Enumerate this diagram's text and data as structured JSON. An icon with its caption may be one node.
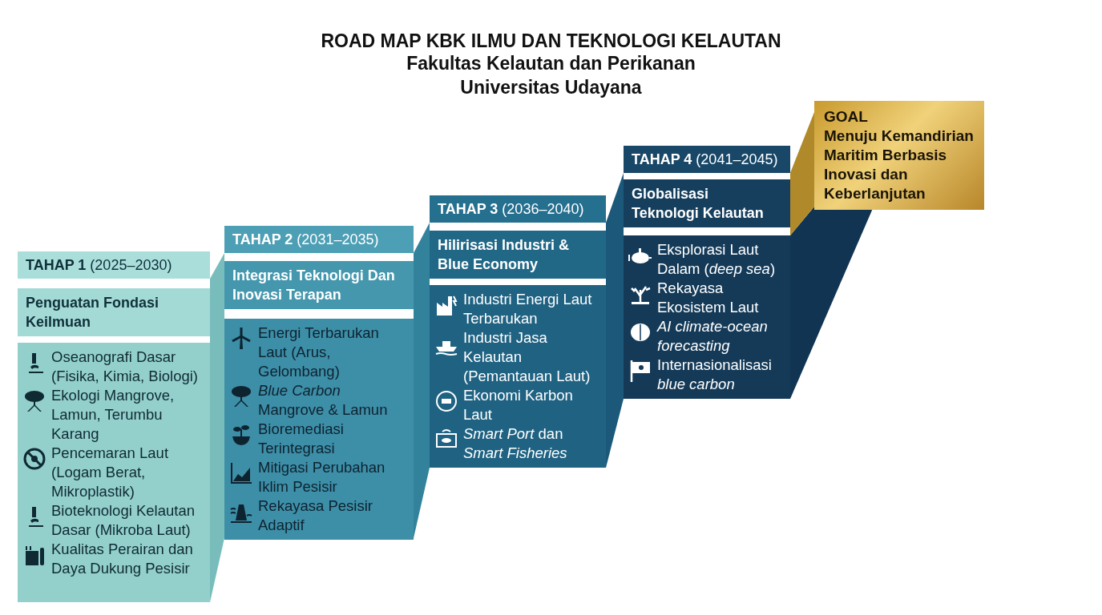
{
  "diagram": {
    "title": "ROAD MAP KBK ILMU DAN TEKNOLOGI KELAUTAN",
    "nodes": [
      {
        "text": [
          "**TAHAP 1** (2025–2030)"
        ]
      },
      {
        "text": [
          "Penguatan Fondasi Keilmuan"
        ]
      },
      {
        "text": [
          "Oseanografi Dasar (Fisika, Kimia, Biologi)",
          "Ekologi Mangrove, Lamun, Terumbu Karang",
          "Pencemaran Laut (Logam Berat, Mikroplastik)",
          "Bioteknologi Kelautan Dasar (Mikroba Laut)",
          "Kualitas Perairan dan Daya Dukung Pesisir"
        ]
      },
      {
        "text": [
          "**TAHAP 2** (2031–2035)"
        ]
      },
      {
        "text": [
          "Integrasi Teknologi Dan Inovasi Terapan"
        ]
      },
      {
        "text": [
          "Energi Terbarukan Laut (Arus, Gelombang)",
          "*Blue Carbon* Mangrove & Lamun",
          "Bioremediasi Terintegrasi",
          "Mitigasi Perubahan Iklim Pesisir",
          "Rekayasa Pesisir Adaptif"
        ]
      },
      {
        "text": [
          "**TAHAP 3** (2036–2040)"
        ]
      },
      {
        "text": [
          "Hilirisasi Industri & Blue Economy"
        ]
      },
      {
        "text": [
          "Industri Energi Laut Terbarukan",
          "Industri Jasa Kelautan (Pemantauan Laut)",
          "Ekonomi Karbon Laut",
          "*Smart Port* dan *Smart Fisheries*"
        ]
      },
      {
        "text": [
          "**TAHAP 4** (2041–2045)"
        ]
      },
      {
        "text": [
          "Globalisasi Teknologi Kelautan"
        ]
      },
      {
        "text": [
          "Eksplorasi Laut Dalam (*deep sea*)",
          "Rekayasa Ekosistem Laut",
          "*AI climate-ocean forecasting*",
          "Internasionalisasi *blue carbon*"
        ]
      },
      {
        "text": [
          "GOAL",
          "Menuju Kemandirian Maritim Berbasis Inovasi dan Keberlanjutan"
        ]
      }
    ],
    "labels": [
      "Fakultas Kelautan dan Perikanan",
      "Universitas Udayana"
    ]
  }
}
